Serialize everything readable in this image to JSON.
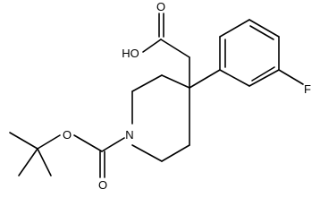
{
  "structure": {
    "labels": {
      "carboxyl_carbonyl_o": "O",
      "carboxyl_oh": "HO",
      "fluorine": "F",
      "nitrogen": "N",
      "ester_o": "O",
      "carbamate_carbonyl_o": "O"
    }
  }
}
